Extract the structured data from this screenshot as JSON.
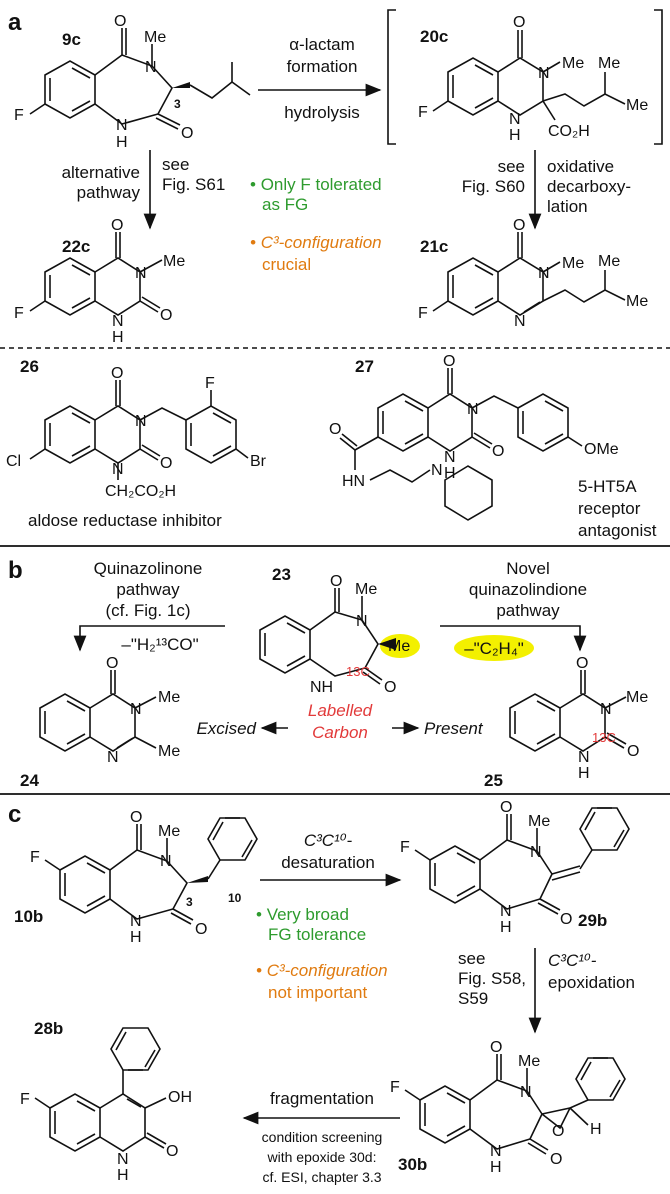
{
  "panel_a": {
    "letter": "a",
    "c9c": "9c",
    "c20c": "20c",
    "c22c": "22c",
    "c21c": "21c",
    "me": "Me",
    "f": "F",
    "o": "O",
    "n": "N",
    "h": "H",
    "pos3": "3",
    "co2h": "CO₂H",
    "arrow_top_1": "α-lactam",
    "arrow_top_2": "formation",
    "arrow_bottom": "hydrolysis",
    "left_arrow_1": "alternative",
    "left_arrow_2": "pathway",
    "see_1": "see",
    "see_2": "Fig. S61",
    "bullet_green_1": "Only F tolerated",
    "bullet_green_2": "as FG",
    "bullet_orange_1": "C³-configuration",
    "bullet_orange_2": "crucial",
    "see_r1": "see",
    "see_r2": "Fig. S60",
    "ox_1": "oxidative",
    "ox_2": "decarboxy-",
    "ox_3": "lation",
    "c26": "26",
    "c27": "27",
    "cl": "Cl",
    "br": "Br",
    "ch2co2h": "CH₂CO₂H",
    "hn": "HN",
    "ome": "OMe",
    "aldose": "aldose reductase inhibitor",
    "ht_1": "5-HT5A",
    "ht_2": "receptor",
    "ht_3": "antagonist"
  },
  "panel_b": {
    "letter": "b",
    "left_1": "Quinazolinone",
    "left_2": "pathway",
    "left_3": "(cf. Fig. 1c)",
    "left_loss": "–\"H₂¹³CO\"",
    "c23": "23",
    "right_1": "Novel",
    "right_2": "quinazolindione",
    "right_3": "pathway",
    "right_loss": "–\"C₂H₄\"",
    "c24": "24",
    "c25": "25",
    "excised": "Excised",
    "present": "Present",
    "labelled_1": "Labelled",
    "labelled_2": "Carbon",
    "c13": "13C"
  },
  "panel_c": {
    "letter": "c",
    "c10b": "10b",
    "c29b": "29b",
    "c28b": "28b",
    "c30b": "30b",
    "pos10": "10",
    "arrow_1": "C³C¹⁰-",
    "arrow_2": "desaturation",
    "bullet_green_1": "Very broad",
    "bullet_green_2": "FG tolerance",
    "bullet_orange_1": "C³-configuration",
    "bullet_orange_2": "not important",
    "see_1": "see",
    "see_2": "Fig. S58,",
    "see_3": "S59",
    "epox_1": "C³C¹⁰-",
    "epox_2": "epoxidation",
    "frag": "fragmentation",
    "cond_1": "condition screening",
    "cond_2": "with epoxide 30d:",
    "cond_3": "cf. ESI, chapter 3.3",
    "oh": "OH"
  },
  "colors": {
    "green": "#2e9b2e",
    "orange": "#e07b10",
    "red": "#e23a3a",
    "highlight": "#f3f000"
  }
}
